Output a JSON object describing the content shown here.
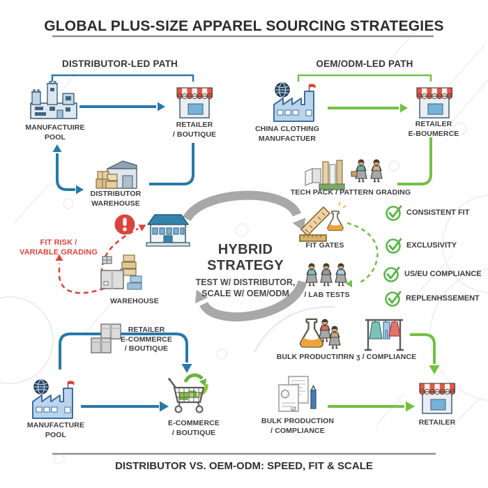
{
  "title": "GLOBAL PLUS-SIZE APPAREL SOURCING STRATEGIES",
  "footer": "DISTRIBUTOR VS. OEM-ODM: SPEED, FIT & SCALE",
  "colors": {
    "distributor_blue": "#2878a8",
    "oem_green": "#74bf44",
    "risk_red": "#d9453c",
    "cycle_gray": "#a8a8a8"
  },
  "icons": {
    "risk": "warning-icon",
    "checklist": "check-circle-icon"
  },
  "center": {
    "title": "HYBRID\nSTRATEGY",
    "subtitle": "TEST W/ DISTRIBUTOR,\nSCALE W/ OEM/ODM"
  },
  "distributor_path": {
    "header": "DISTRIBUTOR-LED PATH",
    "manufacture_pool": "MANUFACTUIRE\nPOOL",
    "retailer_boutique": "RETAILER\n/ BOUTIQUE",
    "distributor_warehouse": "DISTRIBUTOR\nWAREHOUSE",
    "fit_risk": "FIT RISK /\nVARIABLE GRADING",
    "warehouse": "WAREHOUSE",
    "retailer_ecommerce_boutique": "RETAILER\nE-COMMERCE\n/ BOUTIQUE",
    "manufacture_pool_bottom": "MANUFACTURE\nPOOL",
    "ecommerce_boutique": "E-COMMERCE\n/ BOUTIQUE"
  },
  "oem_path": {
    "header": "OEM/ODM-LED PATH",
    "china_manufacturer": "CHINA CLOTHING\nMANUFACTUER",
    "retailer_ecommerce": "RETAILER\nE-BOUMERCE",
    "tech_pack": "TECH PACK / PATTERN GRADING",
    "fit_gates": "FIT GATES",
    "lab_tests": "/ LAB TESTS",
    "bulk_production_top": "BULK PRODUCTIΠRN ʒ / COMPLIANCE",
    "bulk_production_bottom": "BULK PRODUCTION\n/ COMPLIANCE",
    "retailer": "RETAILER",
    "checklist": [
      {
        "label": "CONSISTENT FIT"
      },
      {
        "label": "EXCLUSIVITY"
      },
      {
        "label": "US/EU COMPLIANCE"
      },
      {
        "label": "REPLENHSSEMENT"
      }
    ]
  }
}
